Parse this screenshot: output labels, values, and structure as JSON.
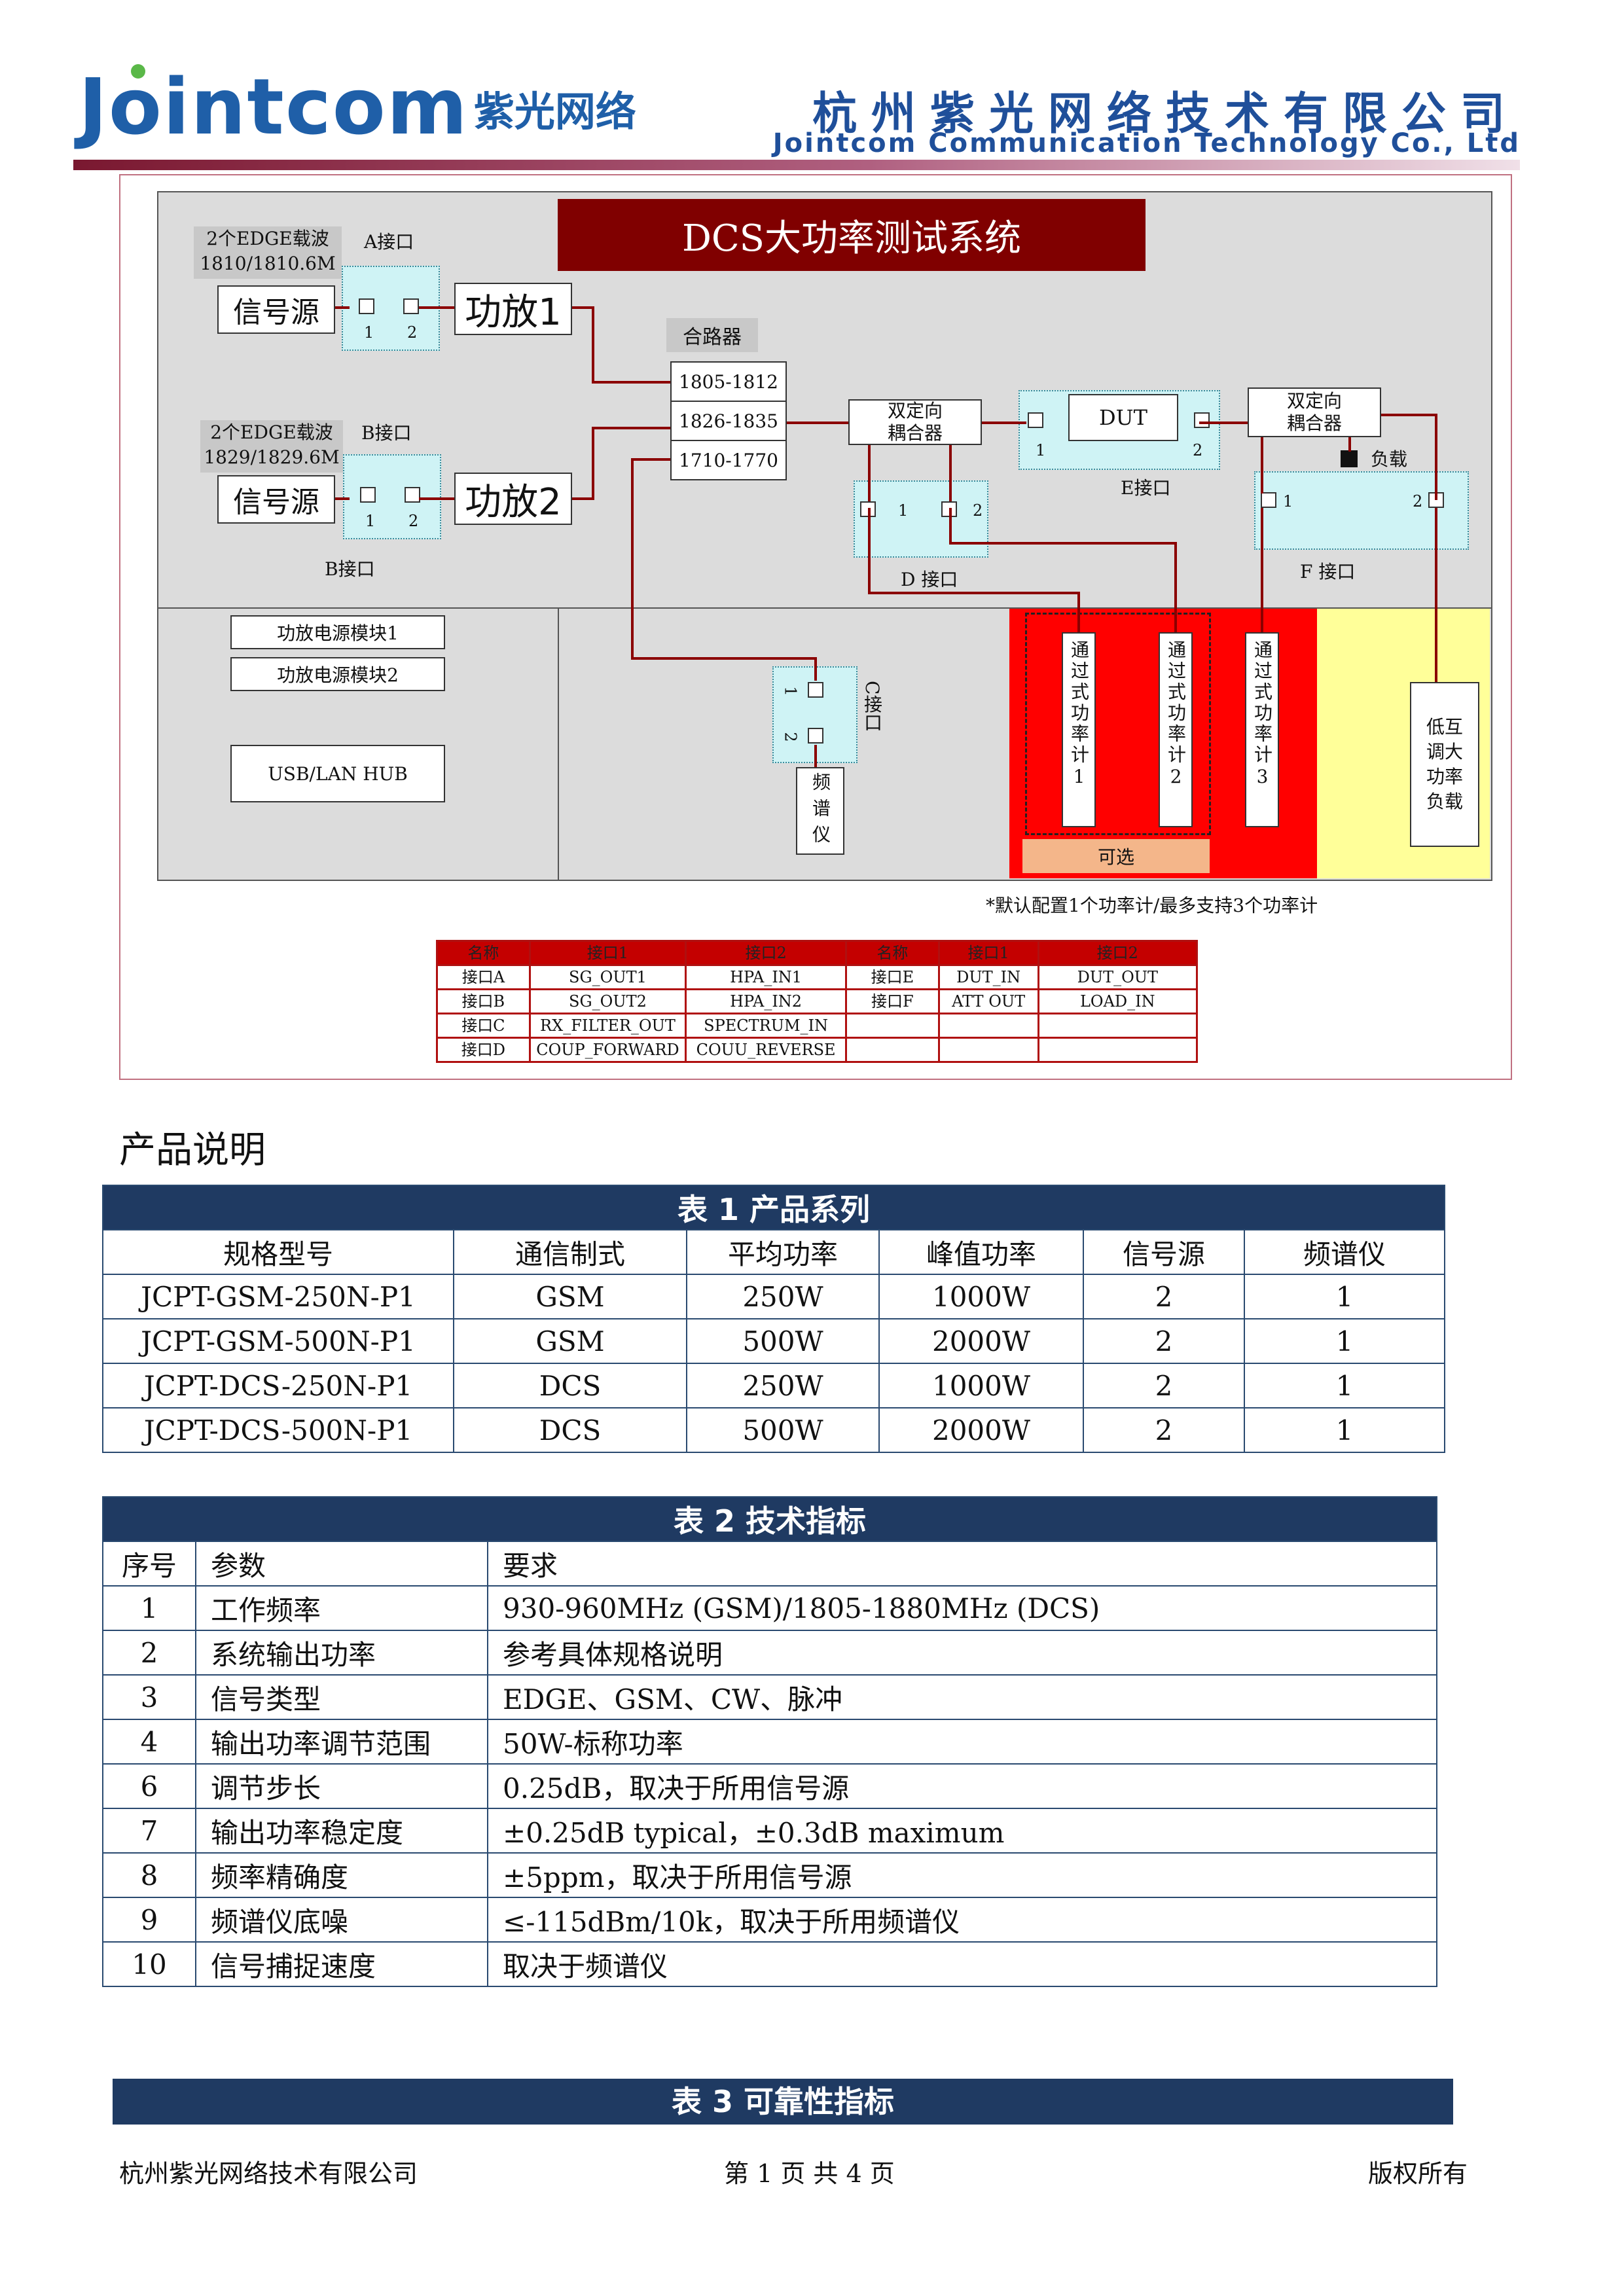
{
  "header": {
    "logo_text": "Jointcom",
    "logo_cn": "紫光网络",
    "company_cn": "杭州紫光网络技术有限公司",
    "company_en": "Jointcom Communication Technology Co., Ltd"
  },
  "diagram": {
    "title": "DCS大功率测试系统",
    "carrier_a": [
      "2个EDGE载波",
      "1810/1810.6M"
    ],
    "port_a_label": "A接口",
    "carrier_b": [
      "2个EDGE载波",
      "1829/1829.6M"
    ],
    "port_b_top_label": "B接口",
    "port_b_bottom_label": "B接口",
    "signal_source": "信号源",
    "pa1": "功放1",
    "pa2": "功放2",
    "combiner": "合路器",
    "bands": [
      "1805-1812",
      "1826-1835",
      "1710-1770"
    ],
    "coupler1": [
      "双定向",
      "耦合器"
    ],
    "coupler2": [
      "双定向",
      "耦合器"
    ],
    "dut": "DUT",
    "e_port": "E接口",
    "d_port": "D 接口",
    "f_port": "F 接口",
    "load": "负载",
    "c_port": "C接口",
    "spectrum": "频谱仪",
    "psu1": "功放电源模块1",
    "psu2": "功放电源模块2",
    "hub": "USB/LAN HUB",
    "meter1": "通过式功率计1",
    "meter2": "通过式功率计2",
    "meter3": "通过式功率计3",
    "low_im_load": "低互调大功率负载",
    "optional": "可选",
    "note": "*默认配置1个功率计/最多支持3个功率计",
    "nums": {
      "one": "1",
      "two": "2"
    }
  },
  "port_map": {
    "header": [
      "名称",
      "接口1",
      "接口2",
      "名称",
      "接口1",
      "接口2"
    ],
    "rows": [
      [
        "接口A",
        "SG_OUT1",
        "HPA_IN1",
        "接口E",
        "DUT_IN",
        "DUT_OUT"
      ],
      [
        "接口B",
        "SG_OUT2",
        "HPA_IN2",
        "接口F",
        "ATT OUT",
        "LOAD_IN"
      ],
      [
        "接口C",
        "RX_FILTER_OUT",
        "SPECTRUM_IN",
        "",
        "",
        ""
      ],
      [
        "接口D",
        "COUP_FORWARD",
        "COUU_REVERSE",
        "",
        "",
        ""
      ]
    ]
  },
  "section_title": "产品说明",
  "table1": {
    "caption": "表 1  产品系列",
    "header": [
      "规格型号",
      "通信制式",
      "平均功率",
      "峰值功率",
      "信号源",
      "频谱仪"
    ],
    "rows": [
      [
        "JCPT-GSM-250N-P1",
        "GSM",
        "250W",
        "1000W",
        "2",
        "1"
      ],
      [
        "JCPT-GSM-500N-P1",
        "GSM",
        "500W",
        "2000W",
        "2",
        "1"
      ],
      [
        "JCPT-DCS-250N-P1",
        "DCS",
        "250W",
        "1000W",
        "2",
        "1"
      ],
      [
        "JCPT-DCS-500N-P1",
        "DCS",
        "500W",
        "2000W",
        "2",
        "1"
      ]
    ]
  },
  "table2": {
    "caption": "表 2  技术指标",
    "header": [
      "序号",
      "参数",
      "要求"
    ],
    "rows": [
      [
        "1",
        "工作频率",
        "930-960MHz (GSM)/1805-1880MHz (DCS)"
      ],
      [
        "2",
        "系统输出功率",
        "参考具体规格说明"
      ],
      [
        "3",
        "信号类型",
        "EDGE、GSM、CW、脉冲"
      ],
      [
        "4",
        "输出功率调节范围",
        "50W-标称功率"
      ],
      [
        "6",
        "调节步长",
        "0.25dB，取决于所用信号源"
      ],
      [
        "7",
        "输出功率稳定度",
        "±0.25dB typical，±0.3dB maximum"
      ],
      [
        "8",
        "频率精确度",
        "±5ppm，取决于所用信号源"
      ],
      [
        "9",
        "频谱仪底噪",
        "≤-115dBm/10k，取决于所用频谱仪"
      ],
      [
        "10",
        "信号捕捉速度",
        "取决于频谱仪"
      ]
    ]
  },
  "table3": {
    "caption": "表 3  可靠性指标"
  },
  "footer": {
    "company": "杭州紫光网络技术有限公司",
    "page": "第 1 页 共 4 页",
    "rights": "版权所有"
  }
}
